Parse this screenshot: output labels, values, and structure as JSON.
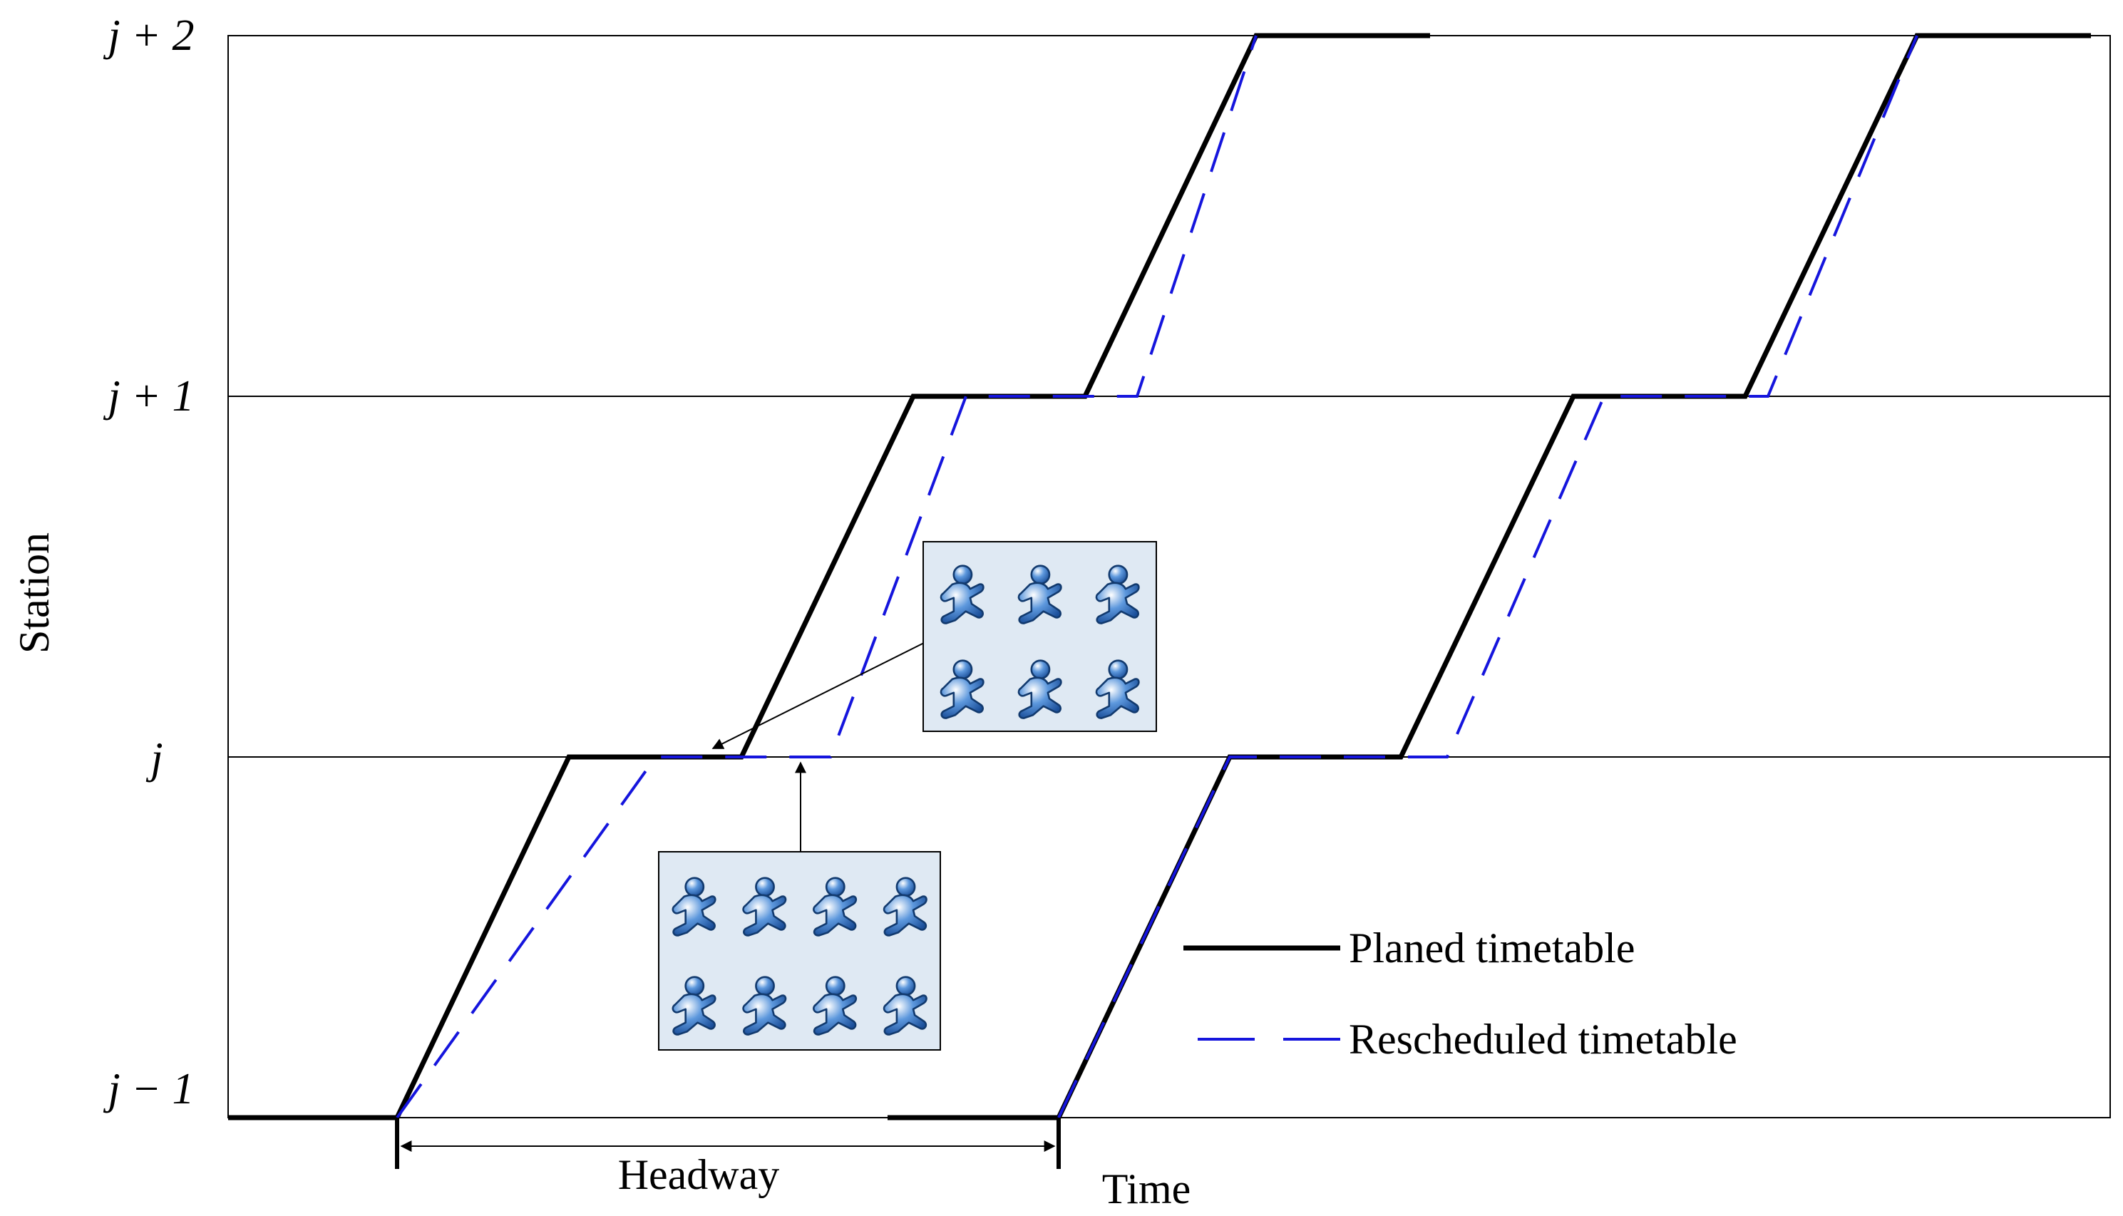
{
  "colors": {
    "planned": "#000000",
    "rescheduled": "#1515dd",
    "passenger_box": "#dfe9f3",
    "passenger_icon": "#2f72c2"
  },
  "axes": {
    "y_label": "Station",
    "x_label": "Time",
    "stations": [
      "j − 1",
      "j",
      "j + 1",
      "j + 2"
    ]
  },
  "headway": {
    "label": "Headway"
  },
  "legend": {
    "planned": "Planed timetable",
    "rescheduled": "Rescheduled timetable"
  },
  "passenger_groups": {
    "upper": {
      "icon": "running-person-icon",
      "count": 6
    },
    "lower": {
      "icon": "running-person-icon",
      "count": 8
    }
  }
}
